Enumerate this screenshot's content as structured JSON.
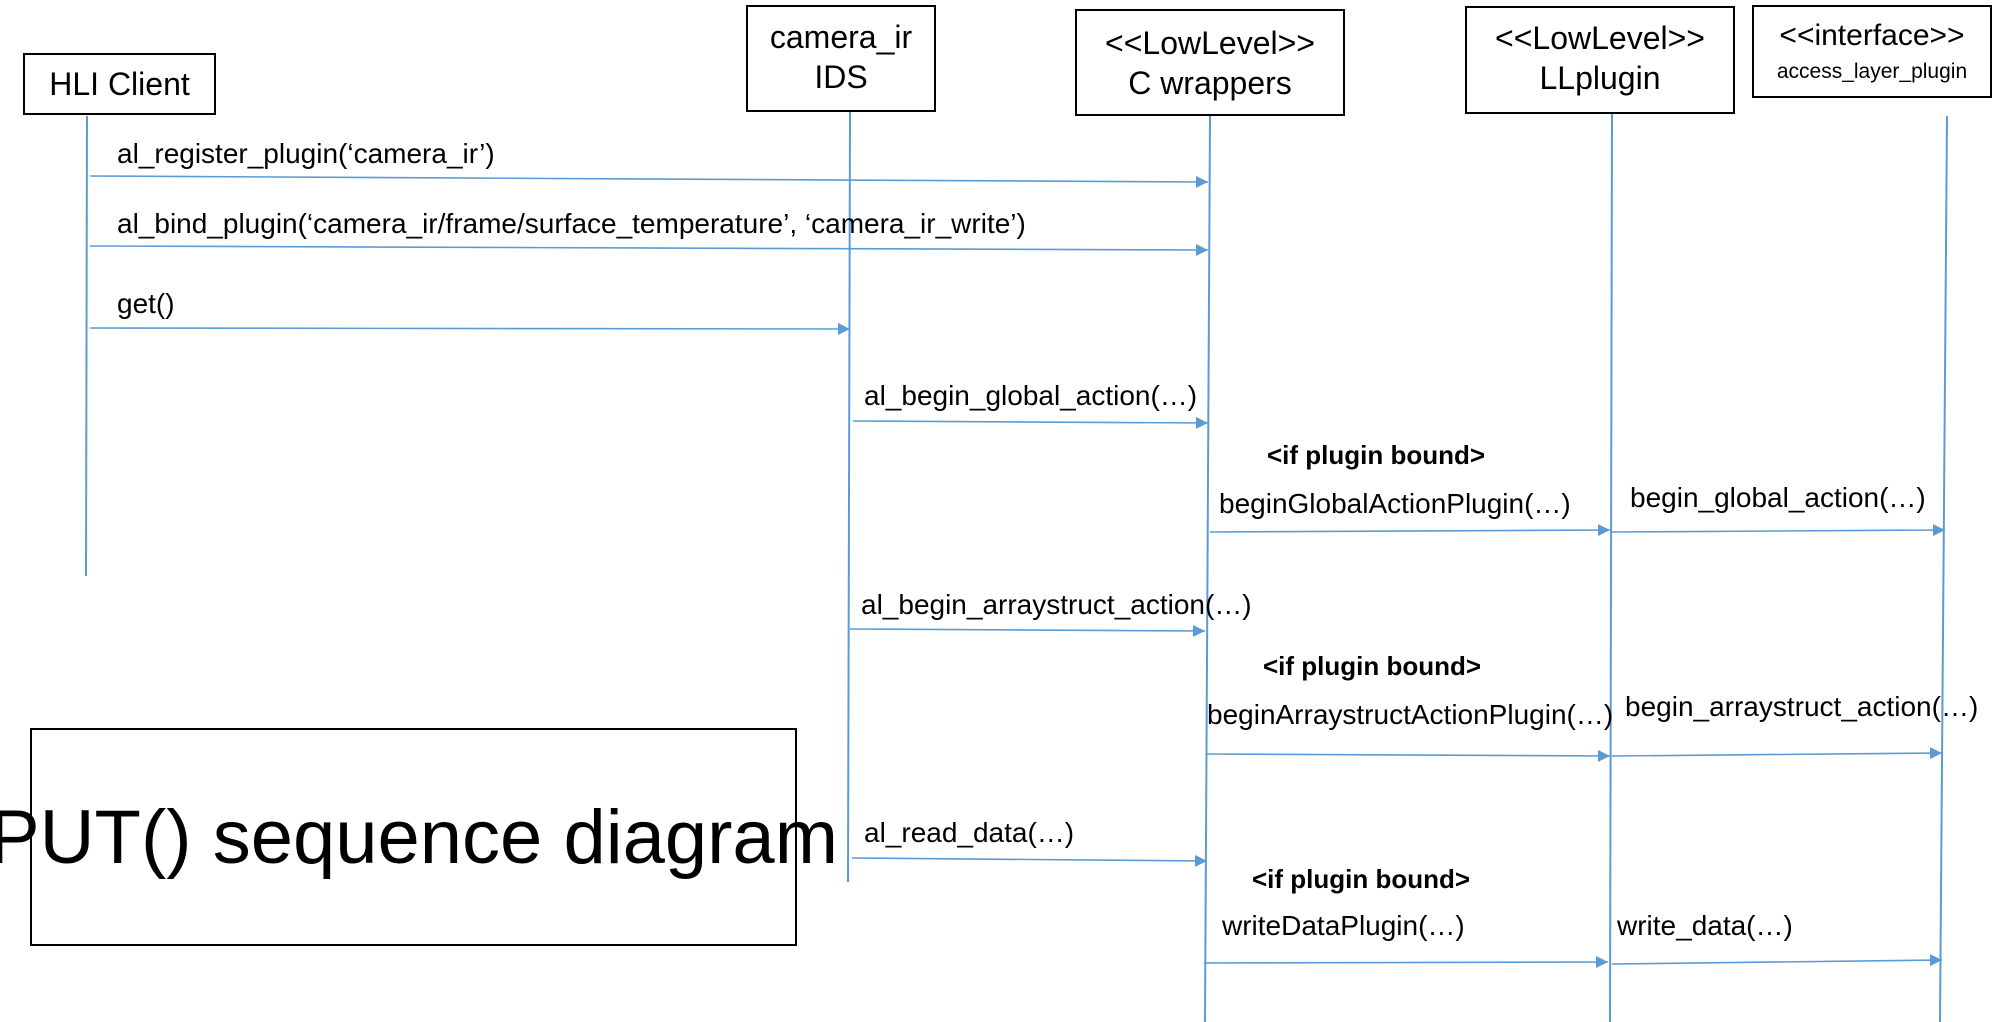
{
  "participants": {
    "hli_client": {
      "line1": "HLI Client",
      "line2": ""
    },
    "camera_ir_ids": {
      "line1": "camera_ir",
      "line2": "IDS"
    },
    "c_wrappers": {
      "line1": "<<LowLevel>>",
      "line2": "C wrappers"
    },
    "llplugin": {
      "line1": "<<LowLevel>>",
      "line2": "LLplugin"
    },
    "access_layer": {
      "line1": "<<interface>>",
      "line2": "access_layer_plugin"
    }
  },
  "messages": {
    "m1": "al_register_plugin(‘camera_ir’)",
    "m2": "al_bind_plugin(‘camera_ir/frame/surface_temperature’, ‘camera_ir_write’)",
    "m3": "get()",
    "m4": "al_begin_global_action(…)",
    "m5": "beginGlobalActionPlugin(…)",
    "m6": "begin_global_action(…)",
    "m7": "al_begin_arraystruct_action(…)",
    "m8": "beginArraystructActionPlugin(…)",
    "m9": "begin_arraystruct_action(…)",
    "m10": "al_read_data(…)",
    "m11": "writeDataPlugin(…)",
    "m12": "write_data(…)"
  },
  "conditions": {
    "c1": "<if plugin bound>",
    "c2": "<if plugin bound>",
    "c3": "<if plugin bound>"
  },
  "title": "PUT() sequence diagram",
  "colors": {
    "lifeline": "#5b9bd5",
    "arrow": "#5b9bd5",
    "border": "#000000"
  }
}
